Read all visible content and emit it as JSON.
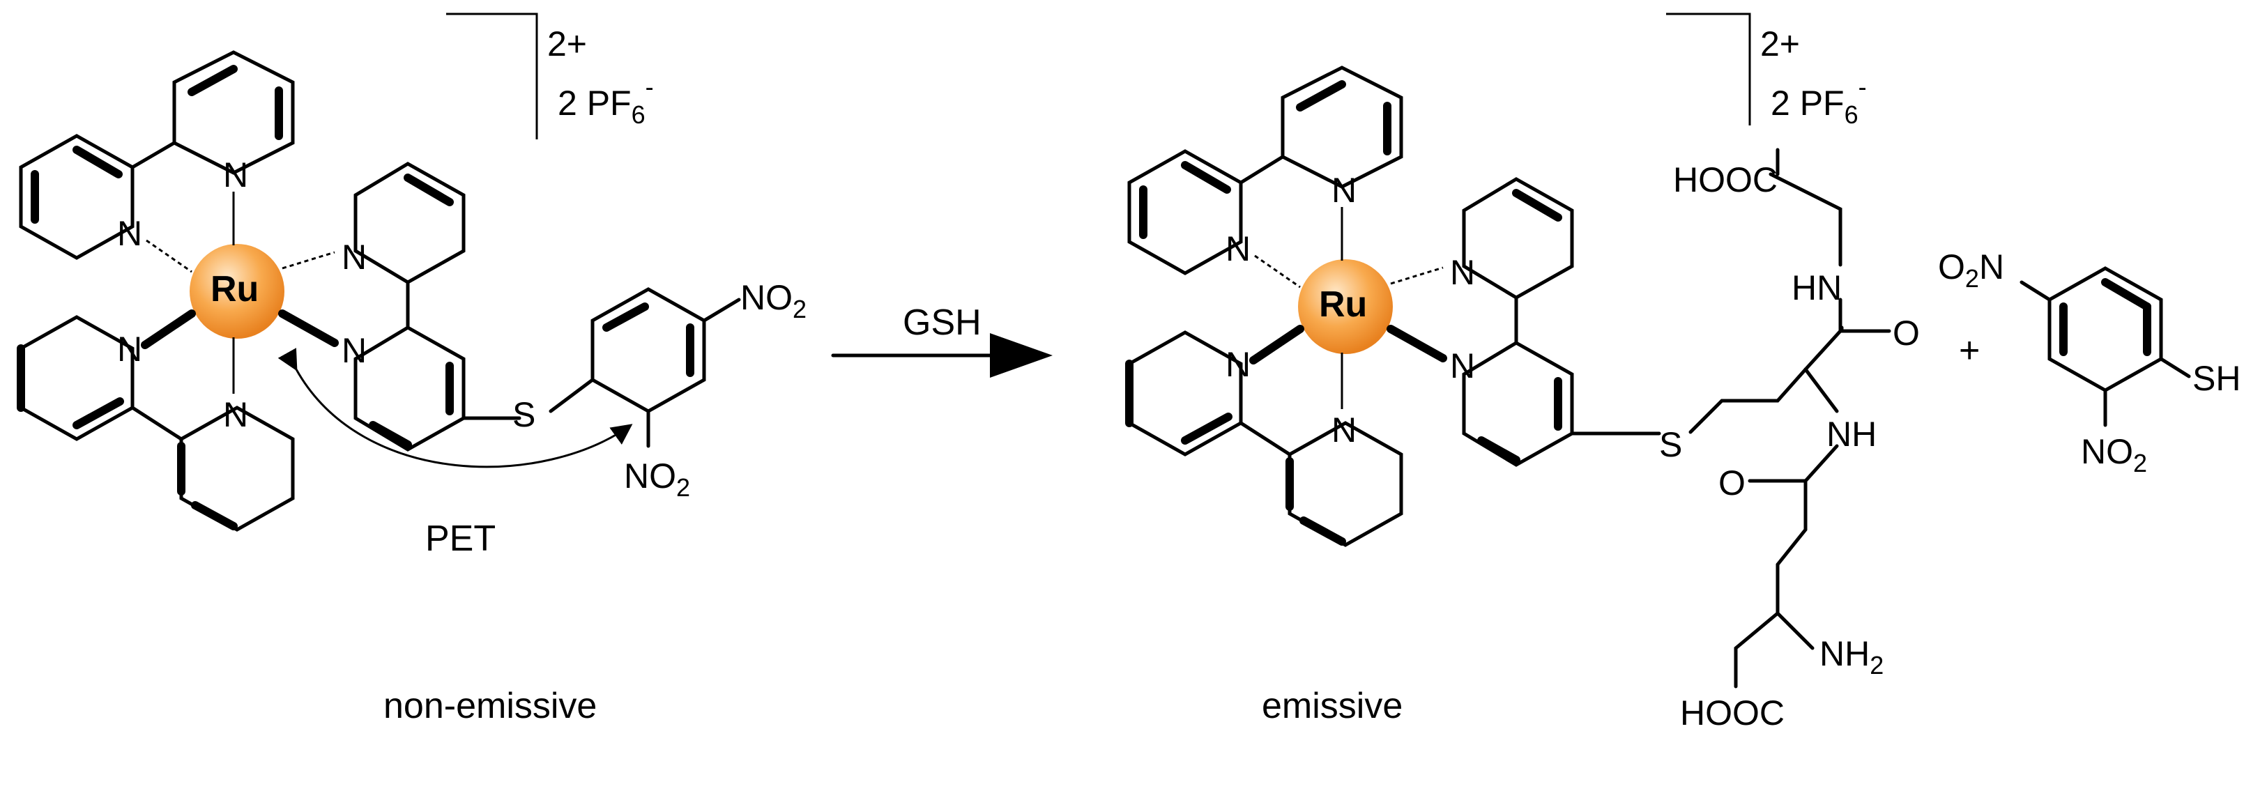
{
  "atoms": {
    "N": "N",
    "Ru": "Ru",
    "S": "S",
    "O": "O",
    "HOOC": "HOOC",
    "HN": "HN",
    "NH": "NH",
    "SH": "SH",
    "NH2_main": "NH",
    "NH2_sub": "2",
    "NO2_main": "NO",
    "NO2_sub": "2",
    "O2N_o": "O",
    "O2N_sub": "2",
    "O2N_n": "N",
    "plus_sign": "+"
  },
  "counterion": {
    "charge": "2+",
    "prefix": "2 PF",
    "sub": "6",
    "sup": "-"
  },
  "arrow": {
    "reagent": "GSH"
  },
  "pet_label": "PET",
  "captions": {
    "left": "non-emissive",
    "right": "emissive"
  },
  "colors": {
    "ru_sphere": "#f5962f",
    "ru_highlight": "#ffe7c7",
    "bond": "#000000"
  }
}
